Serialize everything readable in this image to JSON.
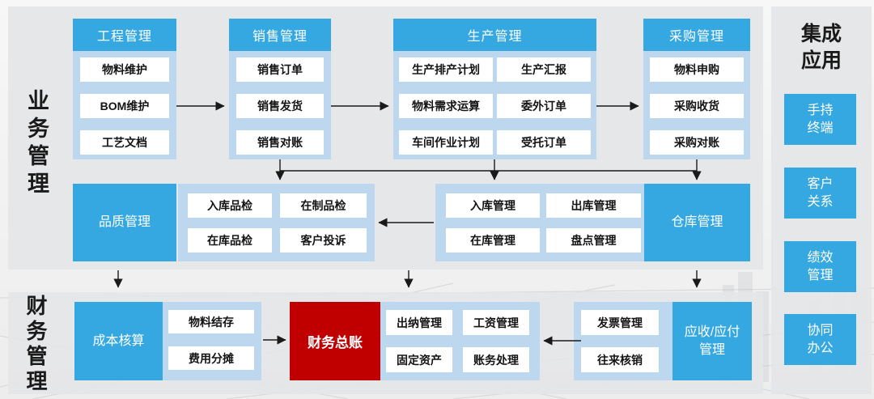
{
  "colors": {
    "accent_blue": "#35A8E1",
    "container_light_blue": "#BDD7EE",
    "highlight_red": "#C00000",
    "panel_gray": "#E5E6E7",
    "line_black": "#1a1a1a"
  },
  "side_labels": {
    "business": "业务管理",
    "finance": "财务管理"
  },
  "columns": [
    {
      "header": "工程管理",
      "items": [
        "物料维护",
        "BOM维护",
        "工艺文档"
      ]
    },
    {
      "header": "销售管理",
      "items": [
        "销售订单",
        "销售发货",
        "销售对账"
      ]
    },
    {
      "header": "生产管理",
      "items": [
        "生产排产计划",
        "生产汇报",
        "物料需求运算",
        "委外订单",
        "车间作业计划",
        "受托订单"
      ]
    },
    {
      "header": "采购管理",
      "items": [
        "物料申购",
        "采购收货",
        "采购对账"
      ]
    }
  ],
  "middle": {
    "quality_box": "品质管理",
    "quality_items": [
      "入库品检",
      "在制品检",
      "在库品检",
      "客户投诉"
    ],
    "warehouse_items": [
      "入库管理",
      "出库管理",
      "在库管理",
      "盘点管理"
    ],
    "warehouse_box": "仓库管理"
  },
  "finance": {
    "cost_box": "成本核算",
    "cost_items": [
      "物料结存",
      "费用分摊"
    ],
    "ledger_box": "财务总账",
    "cashier_items": [
      "出纳管理",
      "工资管理",
      "固定资产",
      "账务处理"
    ],
    "invoice_items": [
      "发票管理",
      "往来核销"
    ],
    "arap_box": "应收/应付\n管理"
  },
  "integration": {
    "title": "集成\n应用",
    "items": [
      "手持\n终端",
      "客户\n关系",
      "绩效\n管理",
      "协同\n办公"
    ]
  }
}
